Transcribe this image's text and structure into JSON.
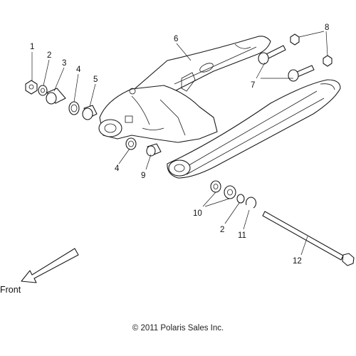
{
  "diagram": {
    "callouts": [
      "1",
      "2",
      "3",
      "4",
      "5",
      "6",
      "7",
      "8",
      "4",
      "9",
      "10",
      "2",
      "11",
      "12"
    ],
    "direction_label": "Front",
    "footer": "© 2011 Polaris Sales Inc."
  }
}
